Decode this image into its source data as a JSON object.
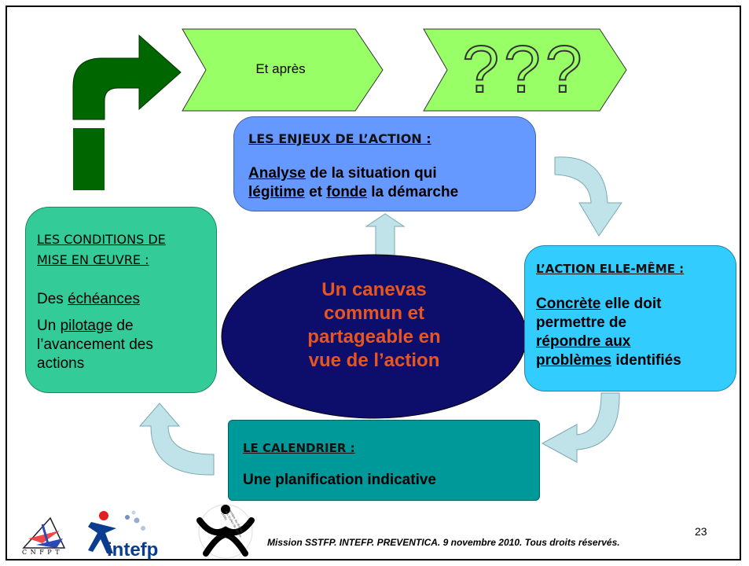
{
  "top_arrows": {
    "next_label": "Et après",
    "question_label": "???"
  },
  "enjeux": {
    "title": "LES ENJEUX DE L’ACTION :",
    "w1": "Analyse",
    "t1": " de la situation qui",
    "w2": "légitime",
    "t2": " et ",
    "w3": "fonde",
    "t3": " la démarche"
  },
  "conditions": {
    "title_line1": "LES CONDITIONS DE",
    "title_line2": "MISE EN ŒUVRE :",
    "l1_pre": "Des ",
    "l1_word": "échéances",
    "l2_pre": "Un ",
    "l2_word": "pilotage",
    "l2_post": " de",
    "l3": "l’avancement des",
    "l4": "actions"
  },
  "center": {
    "line1": "Un canevas",
    "line2": "commun et",
    "line3": "partageable en",
    "line4": "vue de l’action"
  },
  "action": {
    "title": "L’ACTION ELLE-MÊME :",
    "w1": "Concrète",
    "t1": " elle doit",
    "l2": "permettre de",
    "w2": "répondre aux",
    "w3": "problèmes",
    "t3": " identifiés"
  },
  "calendrier": {
    "title": "LE CALENDRIER :",
    "body": "Une planification indicative"
  },
  "footer": {
    "text": "Mission SSTFP. INTEFP. PREVENTICA. 9 novembre 2010. Tous droits réservés.",
    "page": "23",
    "logo_cnfpt": "C N F P T",
    "logo_intefp": "intefp",
    "logo3_ring": "membre du réseau des écoles de service public"
  },
  "colors": {
    "chevron": "#99ff66",
    "big_arrow": "#006600",
    "enjeux": "#6699ff",
    "conditions": "#33cc99",
    "ellipse": "#0d0d6b",
    "action": "#33ccff",
    "calendrier": "#009999",
    "curved_arrows": "#bfe3e8",
    "center_text": "#e8551e"
  }
}
